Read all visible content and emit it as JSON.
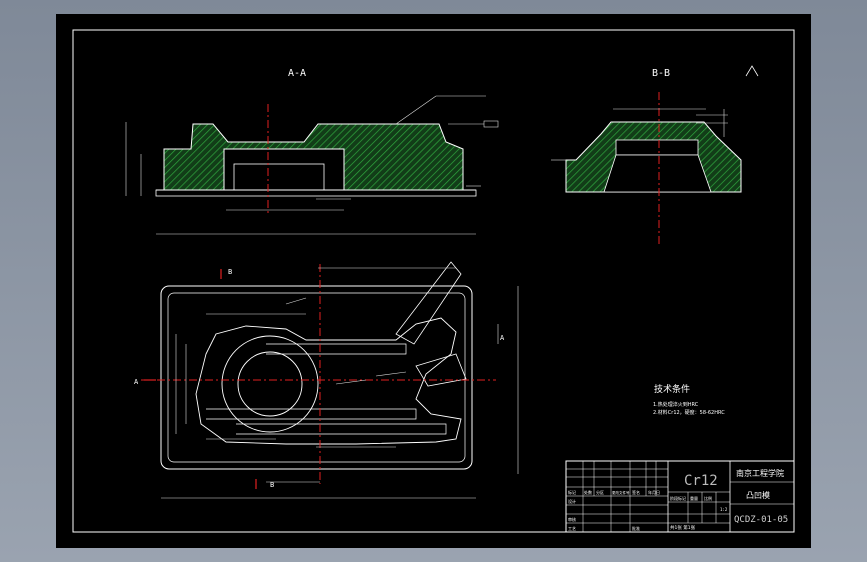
{
  "drawing": {
    "section_a_label": "A-A",
    "section_b_label": "B-B",
    "view_label_a": "A",
    "view_label_b": "B",
    "notes_title": "技术条件",
    "note_1": "1.热处理淬火到HRC",
    "note_2": "2.材料Cr12，硬度：58-62HRC",
    "material": "Cr12",
    "school": "南京工程学院",
    "part_name": "凸凹模",
    "drawing_number": "QCDZ-01-05",
    "scale": "1:2",
    "sheet_info": "共1张 第1张",
    "title_cells": [
      "标记",
      "处数",
      "分区",
      "更改文件号",
      "签名",
      "年月日"
    ],
    "title_rows": [
      "设计",
      "审核",
      "工艺"
    ],
    "title_extra": [
      "阶段标记",
      "重量",
      "比例",
      "批准"
    ]
  },
  "colors": {
    "hatch": "#1f8a2e",
    "outline": "#ffffff",
    "center": "#e02020",
    "dim": "#e8e8e8"
  }
}
